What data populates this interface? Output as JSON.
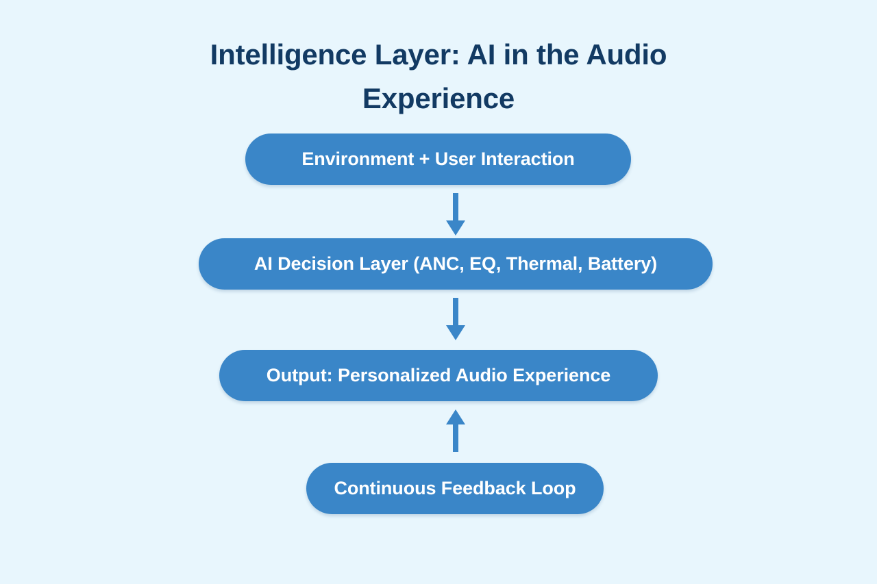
{
  "diagram": {
    "title": "Intelligence Layer: AI in the Audio\nExperience",
    "background_color": "#e8f6fd",
    "title_color": "#123a63",
    "node_color": "#3a86c8",
    "node_text_color": "#ffffff",
    "arrow_color": "#3a86c8",
    "nodes": [
      {
        "id": "environment-user-interaction",
        "label": "Environment + User Interaction"
      },
      {
        "id": "ai-decision-layer",
        "label": "AI Decision Layer (ANC, EQ, Thermal, Battery)"
      },
      {
        "id": "output-personalized-audio",
        "label": "Output: Personalized Audio Experience"
      },
      {
        "id": "continuous-feedback-loop",
        "label": "Continuous Feedback Loop"
      }
    ],
    "connectors": [
      {
        "id": "arrow-env-to-ai",
        "direction": "down",
        "from": "environment-user-interaction",
        "to": "ai-decision-layer"
      },
      {
        "id": "arrow-ai-to-output",
        "direction": "down",
        "from": "ai-decision-layer",
        "to": "output-personalized-audio"
      },
      {
        "id": "arrow-feedback-to-output",
        "direction": "up",
        "from": "continuous-feedback-loop",
        "to": "output-personalized-audio"
      }
    ]
  }
}
